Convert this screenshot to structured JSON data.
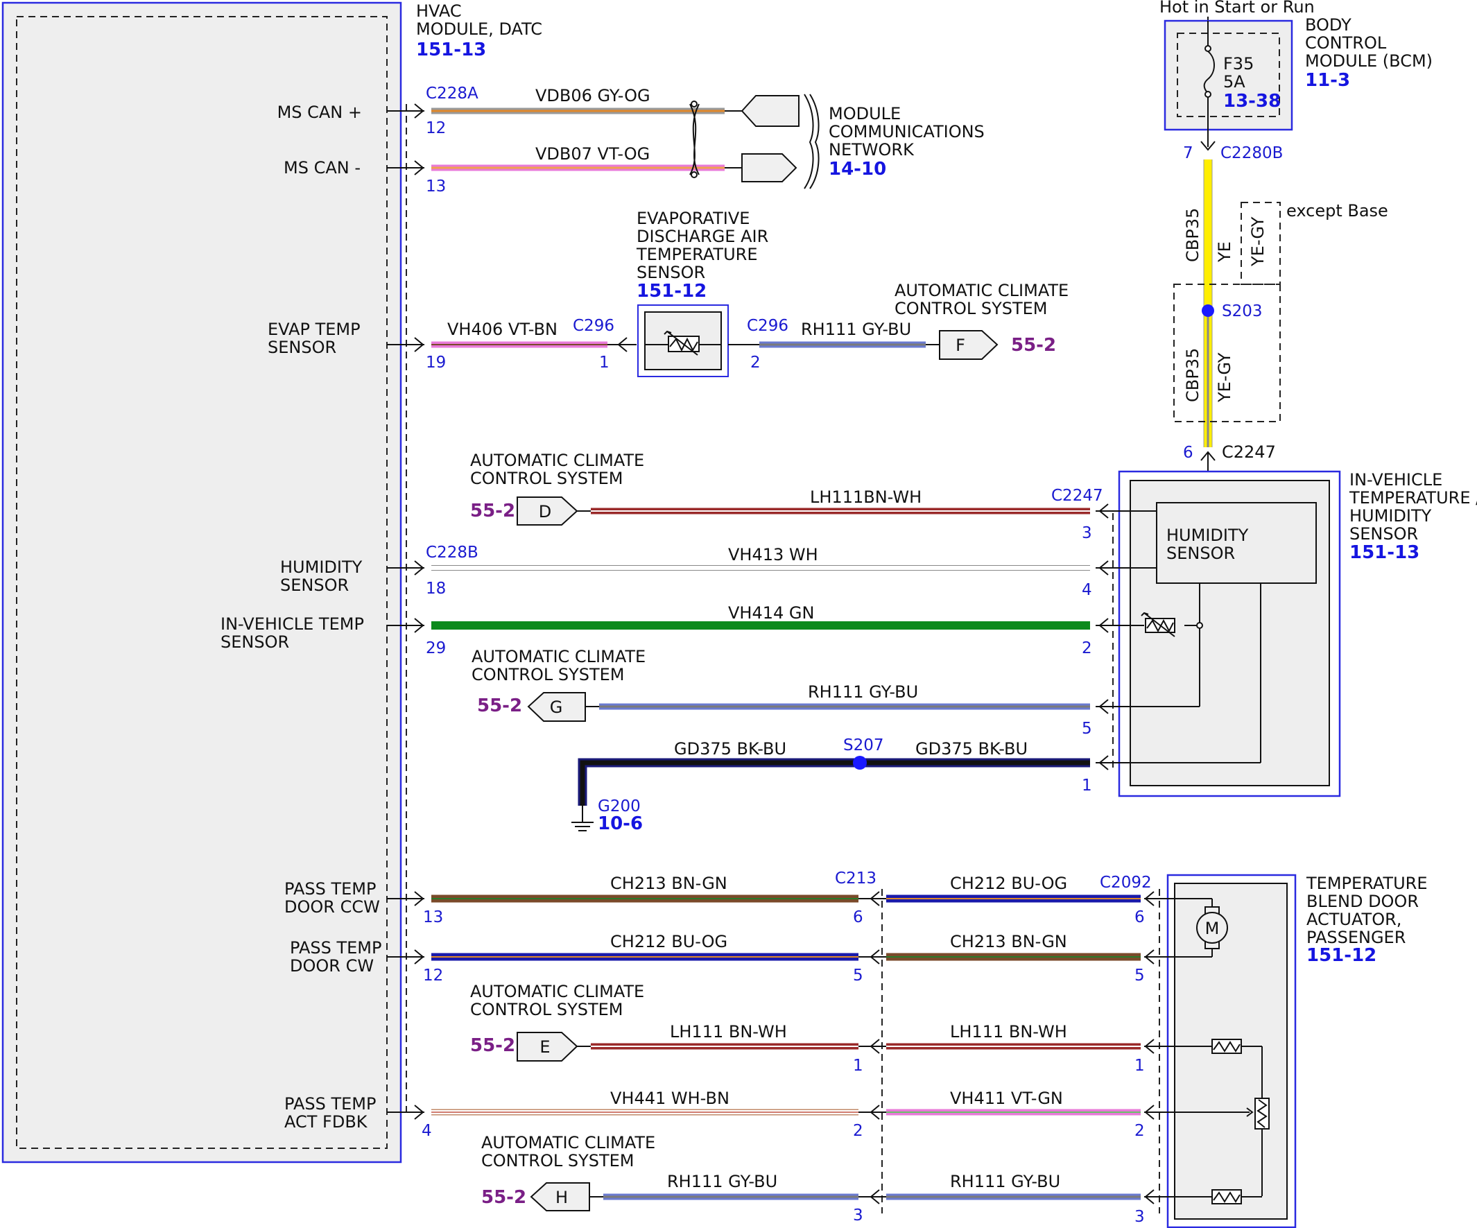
{
  "hvac_module": {
    "title": [
      "HVAC",
      "MODULE, DATC"
    ],
    "ref": "151-13",
    "pins": {
      "ms_can_plus": "MS CAN +",
      "ms_can_minus": "MS CAN -",
      "evap_temp": [
        "EVAP TEMP",
        "SENSOR"
      ],
      "humidity": [
        "HUMIDITY",
        "SENSOR"
      ],
      "in_vehicle": [
        "IN-VEHICLE TEMP",
        "SENSOR"
      ],
      "pass_ccw": [
        "PASS TEMP",
        "DOOR CCW"
      ],
      "pass_cw": [
        "PASS TEMP",
        "DOOR CW"
      ],
      "pass_fdbk": [
        "PASS TEMP",
        "ACT FDBK"
      ]
    }
  },
  "connectors": {
    "c228a": "C228A",
    "c228b": "C228B",
    "c296a": "C296",
    "c296b": "C296",
    "c2247": "C2247",
    "c2247_top": "C2247",
    "c2280b": "C2280B",
    "c213": "C213",
    "c2092": "C2092"
  },
  "pins": {
    "p12a": "12",
    "p13a": "13",
    "p19": "19",
    "p1a": "1",
    "p2a": "2",
    "p18": "18",
    "p29": "29",
    "p3b": "3",
    "p4b": "4",
    "p2b": "2",
    "p5b": "5",
    "p1b": "1",
    "p7": "7",
    "p6t": "6",
    "p13c": "13",
    "p12c": "12",
    "p4c": "4",
    "p6c": "6",
    "p5c": "5",
    "p1c": "1",
    "p2c": "2",
    "p3c": "3",
    "p6d": "6",
    "p5d": "5",
    "p1d": "1",
    "p2d": "2",
    "p3d": "3"
  },
  "wires": {
    "vdb06": "VDB06  GY-OG",
    "vdb07": "VDB07  VT-OG",
    "vh406": "VH406  VT-BN",
    "rh111a": "RH111 GY-BU",
    "lh111a": "LH111BN-WH",
    "vh413": "VH413  WH",
    "vh414": "VH414  GN",
    "rh111b": "RH111  GY-BU",
    "gd375a": "GD375 BK-BU",
    "gd375b": "GD375 BK-BU",
    "ch213a": "CH213  BN-GN",
    "ch212a": "CH212  BU-OG",
    "lh111b": "LH111  BN-WH",
    "vh441": "VH441  WH-BN",
    "rh111c": "RH111  GY-BU",
    "ch212b": "CH212 BU-OG",
    "ch213b": "CH213 BN-GN",
    "lh111c": "LH111  BN-WH",
    "vh411": "VH411  VT-GN",
    "rh111d": "RH111  GY-BU",
    "cbp35a": "CBP35",
    "ye": "YE",
    "yegy_a": "YE-GY",
    "cbp35b": "CBP35",
    "yegy_b": "YE-GY"
  },
  "network": {
    "title": [
      "MODULE",
      "COMMUNICATIONS",
      "NETWORK"
    ],
    "ref": "14-10"
  },
  "evap_sensor": {
    "title": [
      "EVAPORATIVE",
      "DISCHARGE AIR",
      "TEMPERATURE",
      "SENSOR"
    ],
    "ref": "151-12"
  },
  "acc": {
    "f_title": [
      "AUTOMATIC CLIMATE",
      "CONTROL SYSTEM"
    ],
    "f_letter": "F",
    "f_ref": "55-2",
    "d_title": [
      "AUTOMATIC CLIMATE",
      "CONTROL SYSTEM"
    ],
    "d_letter": "D",
    "d_ref": "55-2",
    "g_title": [
      "AUTOMATIC CLIMATE",
      "CONTROL SYSTEM"
    ],
    "g_letter": "G",
    "g_ref": "55-2",
    "e_title": [
      "AUTOMATIC CLIMATE",
      "CONTROL SYSTEM"
    ],
    "e_letter": "E",
    "e_ref": "55-2",
    "h_title": [
      "AUTOMATIC CLIMATE",
      "CONTROL SYSTEM"
    ],
    "h_letter": "H",
    "h_ref": "55-2"
  },
  "bcm": {
    "hot_label": "Hot in Start or Run",
    "title": [
      "BODY",
      "CONTROL",
      "MODULE (BCM)"
    ],
    "ref": "11-3",
    "fuse": "F35",
    "fuse_amp": "5A",
    "fuse_ref": "13-38"
  },
  "splices": {
    "s203": "S203",
    "s207": "S207"
  },
  "except_base": "except Base",
  "in_vehicle_sensor": {
    "title": [
      "IN-VEHICLE",
      "TEMPERATURE /",
      "HUMIDITY",
      "SENSOR"
    ],
    "ref": "151-13",
    "humidity_box": [
      "HUMIDITY",
      "SENSOR"
    ]
  },
  "ground": {
    "name": "G200",
    "ref": "10-6"
  },
  "actuator": {
    "title": [
      "TEMPERATURE",
      "BLEND DOOR",
      "ACTUATOR,",
      "PASSENGER"
    ],
    "ref": "151-12",
    "motor": "M"
  },
  "colors": {
    "module_border": "#2a2ae0",
    "splice": "#1a1aff",
    "brand_blue": "#1515e0",
    "ref_purple": "#7a1f86"
  }
}
